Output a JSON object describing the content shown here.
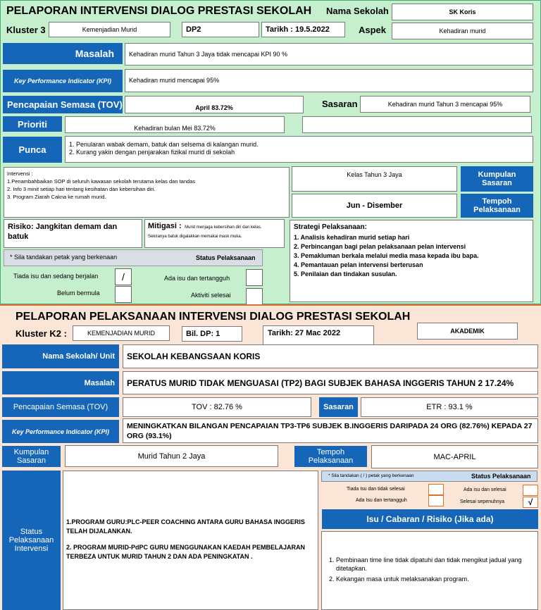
{
  "top": {
    "title": "PELAPORAN INTERVENSI DIALOG PRESTASI SEKOLAH",
    "nama_sekolah_label": "Nama Sekolah",
    "nama_sekolah": "SK Koris",
    "kluster_label": "Kluster 3",
    "kluster": "Kemenjadian Murid",
    "dp": "DP2",
    "tarikh": "Tarikh : 19.5.2022",
    "aspek_label": "Aspek",
    "aspek": "Kehadiran murid",
    "masalah_label": "Masalah",
    "masalah": "Kehadiran murid  Tahun 3 Jaya  tidak mencapai  KPI  90 %",
    "kpi_label": "Key Performance Indicator  (KPI)",
    "kpi": "Kehadiran murid mencapai  95%",
    "tov_label": "Pencapaian Semasa (TOV)",
    "tov": "April  83.72%",
    "sasaran_label": "Sasaran",
    "sasaran": "Kehadiran murid  Tahun 3 mencapai  95%",
    "prioriti_label": "Prioriti",
    "prioriti": "Kehadiran bulan Mei 83.72%",
    "punca_label": "Punca",
    "punca": [
      "1. Penularan  wabak  demam, batuk dan selsema  di kalangan murid.",
      "2. Kurang yakin dengan penjarakan fizikal murid di sekolah"
    ],
    "intervensi_label": "Intervensi :",
    "intervensi": [
      "1.Penambahbaikan SOP di seluruh kawasan sekolah terutama kelas dan tandas",
      "2. Info 3 minit setiap hari tentang kesihatan dan kebersihan diri.",
      "3. Program Ziarah Cakna ke rumah murid."
    ],
    "kumpulan": "Kelas Tahun 3 Jaya",
    "kumpulan_label": "Kumpulan Sasaran",
    "tempoh": "Jun - Disember",
    "tempoh_label": "Tempoh Pelaksanaan",
    "risiko": "Risiko: Jangkitan demam dan batuk",
    "mitigasi_label": "Mitigasi :",
    "mitigasi": "Murid menjaga kebersihan diri dan kelas. Sekiranya batuk digalakkan memakai mask muka.",
    "strategi_label": "Strategi Pelaksanaan:",
    "strategi": [
      "1. Analisis kehadiran murid setiap hari",
      "2. Perbincangan bagi pelan pelaksanaan pelan intervensi",
      "3. Pemakluman berkala melalui media masa kepada ibu bapa.",
      "4. Pemantauan pelan intervensi berterusan",
      "5. Penilaian dan tindakan susulan."
    ],
    "tandakan": "* Sila tandakan petak yang berkenaan",
    "status_label": "Status Pelaksanaan",
    "opt1": "Tiada isu dan sedang berjalan",
    "opt1_mark": "/",
    "opt2": "Belum bermula",
    "opt3": "Ada isu dan tertangguh",
    "opt4": "Aktiviti selesai"
  },
  "bottom": {
    "title": "PELAPORAN PELAKSANAAN INTERVENSI DIALOG PRESTASI SEKOLAH",
    "kluster_label": "Kluster K2 :",
    "kluster": "KEMENJADIAN MURID",
    "dp": "Bil. DP:  1",
    "tarikh": "Tarikh:  27 Mac 2022",
    "aspek": "AKADEMIK",
    "nama_label": "Nama Sekolah/ Unit",
    "nama": "SEKOLAH KEBANGSAAN KORIS",
    "masalah_label": "Masalah",
    "masalah": "PERATUS MURID TIDAK MENGUASAI (TP2) BAGI SUBJEK BAHASA INGGERIS TAHUN 2  17.24%",
    "tov_label": "Pencapaian Semasa (TOV)",
    "tov": "TOV : 82.76 %",
    "sasaran_label": "Sasaran",
    "sasaran": "ETR : 93.1 %",
    "kpi_label": "Key Performance Indicator  (KPI)",
    "kpi": "MENINGKATKAN BILANGAN PENCAPAIAN TP3-TP6 SUBJEK B.INGGERIS DARIPADA 24 ORG (82.76%) KEPADA 27 ORG (93.1%)",
    "kumpulan_label": "Kumpulan Sasaran",
    "kumpulan": "Murid Tahun 2 Jaya",
    "tempoh_label": "Tempoh Pelaksanaan",
    "tempoh": "MAC-APRIL",
    "status_label": "Status Pelaksanaan Intervensi",
    "status_items": [
      "1.PROGRAM GURU:PLC-PEER COACHING  ANTARA GURU BAHASA INGGERIS TELAH DIJALANKAN.",
      "2. PROGRAM MURID-PdPC GURU MENGGUNAKAN KAEDAH PEMBELAJARAN TERBEZA UNTUK MURID TAHUN 2 DAN ADA PENINGKATAN ."
    ],
    "tandakan": "* Sila tandakan ( / ) petak yang berkenaan",
    "status_head": "Status Pelaksanaan",
    "opt1": "Tiada Isu dan tidak selesai",
    "opt2": "Ada Isu dan tertangguh",
    "opt3": "Ada isu dan selesai",
    "opt4": "Selesai sepenuhnya",
    "opt4_mark": "√",
    "isu_label": "Isu  / Cabaran / Risiko (Jika ada)",
    "isu": [
      "Pembinaan time line tidak dipatuhi dan tidak mengikut jadual yang ditetapkan.",
      "Kekangan masa untuk melaksanakan program."
    ]
  }
}
